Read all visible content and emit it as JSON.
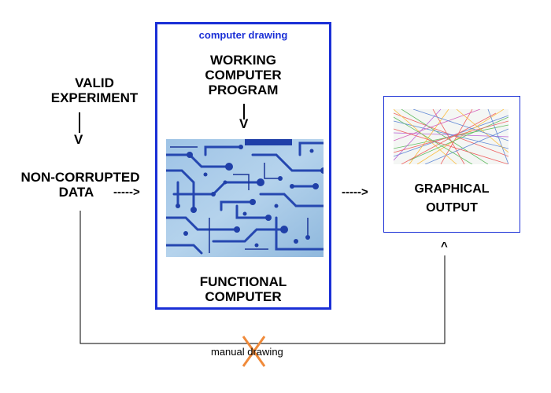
{
  "left": {
    "experiment_line1": "VALID",
    "experiment_line2": "EXPERIMENT",
    "data_line1": "NON-CORRUPTED",
    "data_line2": "DATA",
    "down_marker": "V"
  },
  "computer": {
    "label": "computer drawing",
    "program_line1": "WORKING",
    "program_line2": "COMPUTER",
    "program_line3": "PROGRAM",
    "down_marker": "V",
    "functional_line1": "FUNCTIONAL",
    "functional_line2": "COMPUTER",
    "border_color": "#1a2fd6"
  },
  "arrows": {
    "data_to_computer": "----->",
    "computer_to_output": "----->",
    "up_marker": "^"
  },
  "output": {
    "line1": "GRAPHICAL",
    "line2": "OUTPUT"
  },
  "manual": {
    "label": "manual drawing",
    "cross_color": "#f08a3a"
  }
}
